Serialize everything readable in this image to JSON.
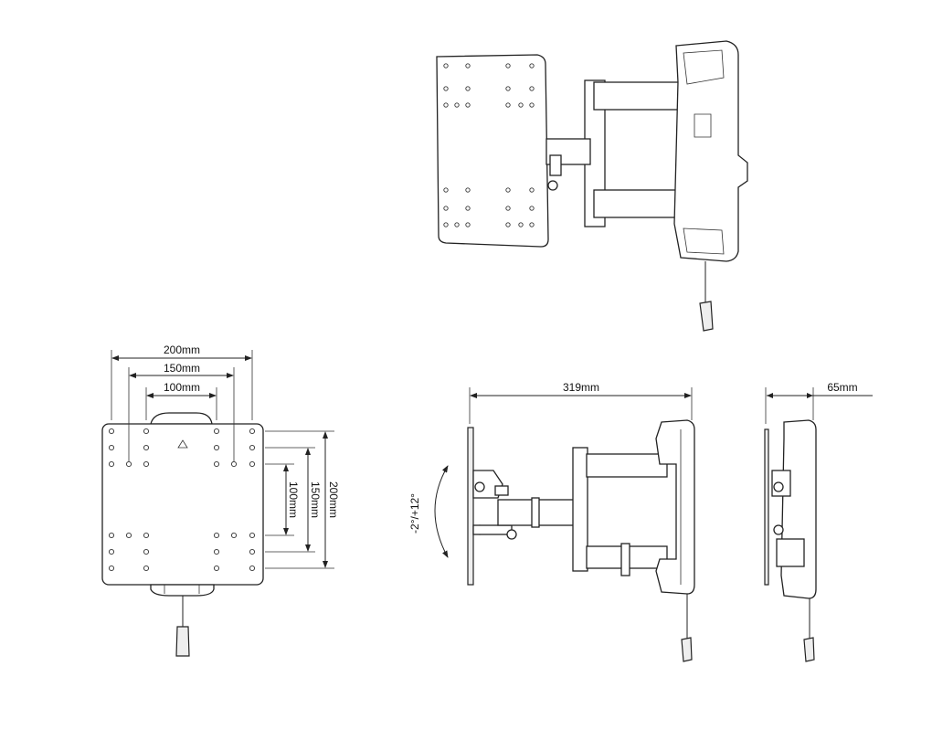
{
  "front_view": {
    "width_200": "200mm",
    "width_150": "150mm",
    "width_100": "100mm",
    "height_100": "100mm",
    "height_150": "150mm",
    "height_200": "200mm"
  },
  "side_view": {
    "extension": "319mm",
    "tilt": "-2°/+12°"
  },
  "end_view": {
    "depth": "65mm"
  }
}
